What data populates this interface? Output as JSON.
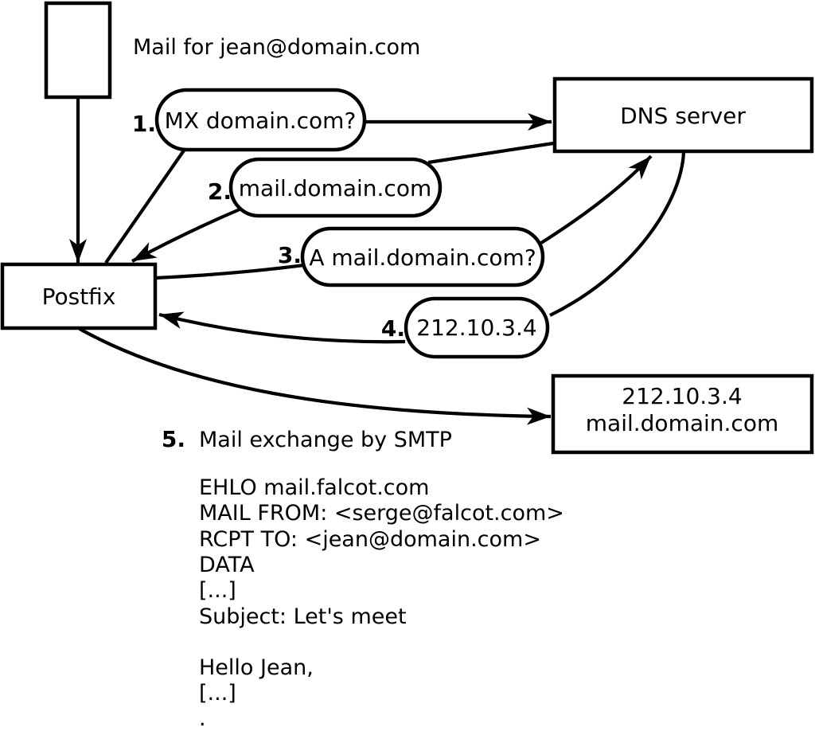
{
  "diagram": {
    "title_note": "Mail for jean@domain.com",
    "colors": {
      "ink": "#000000",
      "background": "#ffffff"
    },
    "nodes": {
      "postfix": {
        "label": "Postfix"
      },
      "dns_server": {
        "label": "DNS server"
      },
      "mail_server": {
        "line1": "212.10.3.4",
        "line2": "mail.domain.com"
      }
    },
    "steps": [
      {
        "num": "1.",
        "label": "MX domain.com?"
      },
      {
        "num": "2.",
        "label": "mail.domain.com"
      },
      {
        "num": "3.",
        "label": "A mail.domain.com?"
      },
      {
        "num": "4.",
        "label": "212.10.3.4"
      },
      {
        "num": "5.",
        "label": "Mail exchange by SMTP"
      }
    ],
    "smtp_session": [
      "EHLO mail.falcot.com",
      "MAIL FROM: <serge@falcot.com>",
      "RCPT TO: <jean@domain.com>",
      "DATA",
      "[...]",
      "Subject: Let's meet",
      "",
      "Hello Jean,",
      "[...]",
      "."
    ]
  }
}
